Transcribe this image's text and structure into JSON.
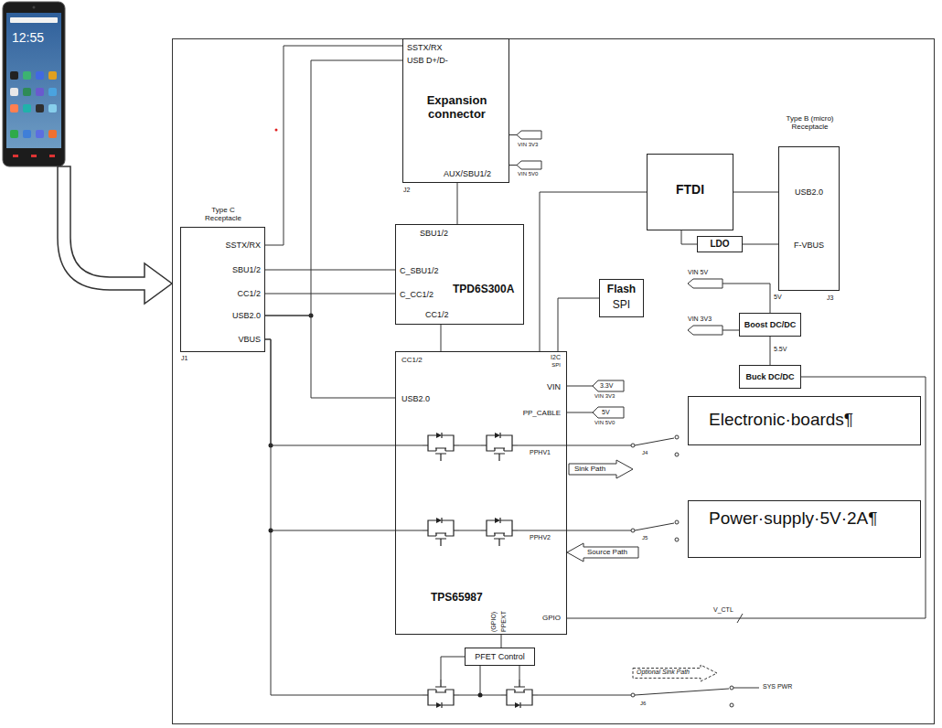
{
  "diagram": {
    "nodes": [
      {
        "text": [
          "SSTX/RX",
          "USB D+/D-",
          "Expansion connector",
          "AUX/SBU1/2",
          "J2"
        ]
      },
      {
        "text": [
          "Type B (micro) Receptacle",
          "USB2.0",
          "F-VBUS",
          "J3"
        ]
      },
      {
        "text": [
          "FTDI"
        ]
      },
      {
        "text": [
          "Type C Receptacle",
          "SSTX/RX",
          "SBU1/2",
          "CC1/2",
          "USB2.0",
          "VBUS",
          "J1"
        ]
      },
      {
        "text": [
          "SBU1/2",
          "C_SBU1/2",
          "C_CC1/2",
          "TPD6S300A",
          "CC1/2"
        ]
      },
      {
        "text": [
          "LDO"
        ]
      },
      {
        "text": [
          "Flash",
          "SPI"
        ]
      },
      {
        "text": [
          "Boost DC/DC"
        ]
      },
      {
        "text": [
          "Buck DC/DC"
        ]
      },
      {
        "text": [
          "CC1/2",
          "I2C",
          "SPI",
          "VIN",
          "PP_CABLE",
          "USB2.0",
          "PPHV1",
          "PPHV2",
          "TPS65987",
          "GPIO",
          "(GPIO)",
          "PPEXT"
        ]
      },
      {
        "text": [
          "3.3V"
        ]
      },
      {
        "text": [
          "5V"
        ]
      },
      {
        "text": [
          "Electronic·boards¶"
        ]
      },
      {
        "text": [
          "Sink Path"
        ]
      },
      {
        "text": [
          "Power·supply·5V·2A¶"
        ]
      },
      {
        "text": [
          "Source Path"
        ]
      },
      {
        "text": [
          "PFET Control"
        ]
      },
      {
        "text": [
          "Optional Sink Path"
        ]
      }
    ],
    "edges": [
      {
        "from": 3,
        "to": 0,
        "arrow": "none"
      },
      {
        "from": 3,
        "to": 0,
        "arrow": "none"
      },
      {
        "from": 3,
        "to": 4,
        "arrow": "none"
      },
      {
        "from": 3,
        "to": 4,
        "arrow": "none"
      },
      {
        "from": 3,
        "to": 9,
        "arrow": "none"
      },
      {
        "from": 3,
        "to": 9,
        "arrow": "none"
      },
      {
        "from": 3,
        "to": 9,
        "arrow": "none"
      },
      {
        "from": 0,
        "to": 4,
        "arrow": "none"
      },
      {
        "from": 4,
        "to": 9,
        "arrow": "none"
      },
      {
        "from": 9,
        "to": 2,
        "arrow": "none"
      },
      {
        "from": 9,
        "to": 6,
        "arrow": "none"
      },
      {
        "from": 2,
        "to": 1,
        "arrow": "none"
      },
      {
        "from": 2,
        "to": 5,
        "arrow": "none"
      },
      {
        "from": 5,
        "to": 1,
        "arrow": "none"
      },
      {
        "from": 7,
        "to": 8,
        "arrow": "none"
      },
      {
        "from": 9,
        "to": 8,
        "arrow": "none"
      },
      {
        "from": 9,
        "to": 10,
        "arrow": "none"
      },
      {
        "from": 9,
        "to": 11,
        "arrow": "none"
      },
      {
        "from": 9,
        "to": 16,
        "arrow": "none"
      }
    ],
    "labels": [
      "12:55",
      "VIN 3V3",
      "VIN 5V0",
      "VIN 5V",
      "5V",
      "VIN 3V3",
      "5.5V",
      "VIN 3V3",
      "VIN 5V0",
      "J4",
      "J5",
      "J6",
      "V_CTL",
      "SYS PWR"
    ]
  }
}
